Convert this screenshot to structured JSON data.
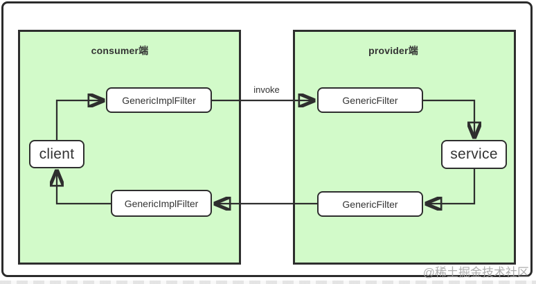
{
  "diagram": {
    "consumer_panel_title": "consumer端",
    "provider_panel_title": "provider端",
    "nodes": {
      "generic_impl_filter_top": "GenericImplFilter",
      "generic_filter_top": "GenericFilter",
      "client": "client",
      "service": "service",
      "generic_impl_filter_bottom": "GenericImplFilter",
      "generic_filter_bottom": "GenericFilter"
    },
    "edge_labels": {
      "invoke": "invoke"
    },
    "colors": {
      "panel_fill": "#d2fac9",
      "line": "#2e2e2e",
      "node_fill": "#ffffff",
      "text": "#333333",
      "watermark": "#a6a6a6"
    }
  },
  "watermark": {
    "text": "@稀土掘金技术社区"
  }
}
